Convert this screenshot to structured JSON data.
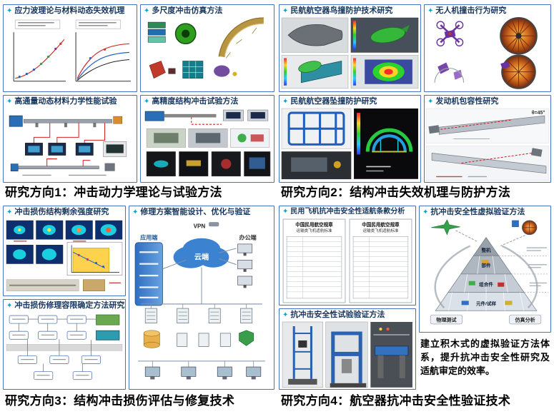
{
  "slide": {
    "background": "#ffffff",
    "panel_border_color": "#4472c4",
    "title_color": "#17365d",
    "marker_color": "#00a8cc",
    "marker_glyph": "✦"
  },
  "sections": [
    {
      "caption": "研究方向1：冲击动力学理论与试验方法",
      "panels": [
        {
          "title": "应力波理论与材料动态失效机理"
        },
        {
          "title": "多尺度冲击仿真方法"
        },
        {
          "title": "高通量动态材料力学性能试验"
        },
        {
          "title": "高精度结构冲击试验方法"
        }
      ]
    },
    {
      "caption": "研究方向2：结构冲击失效机理与防护方法",
      "panels": [
        {
          "title": "民航航空器鸟撞防护技术研究"
        },
        {
          "title": "无人机撞击行为研究"
        },
        {
          "title": "民航航空器坠撞防护研究"
        },
        {
          "title": "发动机包容性研究",
          "labels": {
            "angle": "θ=45°"
          }
        }
      ]
    },
    {
      "caption": "研究方向3：结构冲击损伤评估与修复技术",
      "panels": [
        {
          "title": "冲击损伤结构剩余强度研究"
        },
        {
          "title": "修理方案智能设计、优化与验证",
          "labels": {
            "vpn": "VPN",
            "cloud": "云端",
            "app": "应用端",
            "office": "办公端"
          }
        },
        {
          "title": "冲击损伤修理容限确定方法研究"
        }
      ]
    },
    {
      "caption": "研究方向4：航空器抗冲击安全性验证技术",
      "panels": [
        {
          "title": "民用飞机抗冲击安全性适航条款分析",
          "labels": {
            "doc_header1": "中国民用航空规章",
            "doc_header2": "运输类飞机适航标准"
          }
        },
        {
          "title": "抗冲击安全性虚拟验证方法",
          "pyramid": {
            "tiers": [
              "整机",
              "部件",
              "组合件",
              "元件/试样"
            ],
            "left_label": "物理测试",
            "right_label": "仿真分析"
          },
          "note": "建立积木式的虚拟验证方法体系，提升抗冲击安全性研究及适航审定的效率。"
        },
        {
          "title": "抗冲击安全性试验验证方法"
        }
      ]
    }
  ]
}
